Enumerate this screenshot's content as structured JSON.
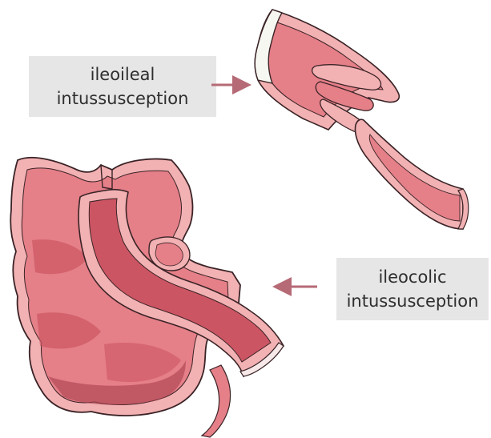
{
  "labels": {
    "ileoileal": [
      "ileoileal",
      "intussusception"
    ],
    "ileocolic": [
      "ileocolic",
      "intussusception"
    ]
  },
  "colors": {
    "tissue_outer": "#f2b1b3",
    "tissue_mid": "#e57f88",
    "tissue_dark": "#cc5563",
    "tissue_deep": "#a8404e",
    "outline": "#3a2326",
    "arrow": "#b66a76",
    "label_bg": "#e6e6e6",
    "label_text": "#2e2e2e"
  }
}
